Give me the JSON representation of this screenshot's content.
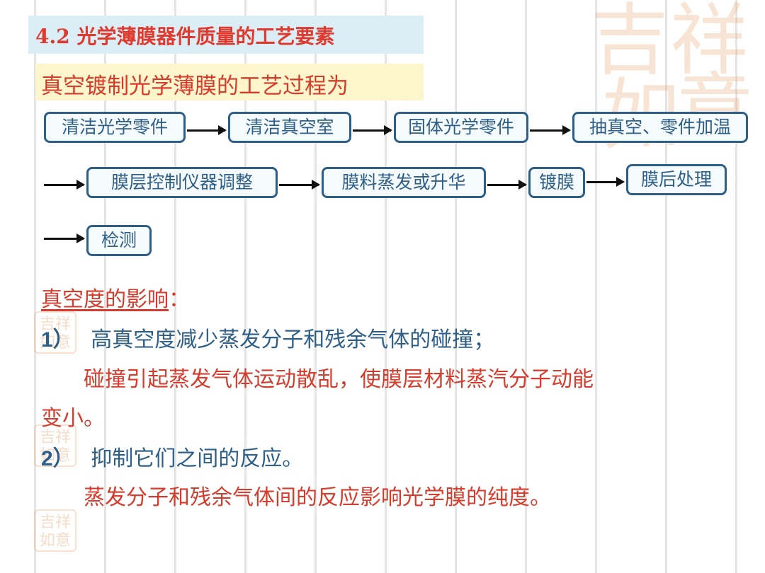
{
  "section_title": "4.2 光学薄膜器件质量的工艺要素",
  "subtitle": "真空镀制光学薄膜的工艺过程为",
  "process": {
    "steps": [
      "清洁光学零件",
      "清洁真空室",
      "固体光学零件",
      "抽真空、零件加温",
      "膜层控制仪器调整",
      "膜料蒸发或升华",
      "镀膜",
      "膜后处理",
      "检测"
    ]
  },
  "vacuum": {
    "heading": "真空度的影响",
    "colon": "：",
    "item1_num": "1）",
    "item1_text": "高真空度减少蒸发分子和残余气体的碰撞；",
    "item1_detail_line1": "碰撞引起蒸发气体运动散乱，使膜层材料蒸汽分子动能",
    "item1_detail_line2": "变小。",
    "item2_num": "2）",
    "item2_text": "抑制它们之间的反应。",
    "item2_detail": "蒸发分子和残余气体间的反应影响光学膜的纯度。"
  },
  "watermark": {
    "large_chars": [
      "吉",
      "祥",
      "如",
      "意"
    ],
    "small_chars": [
      "吉祥",
      "如意"
    ]
  }
}
